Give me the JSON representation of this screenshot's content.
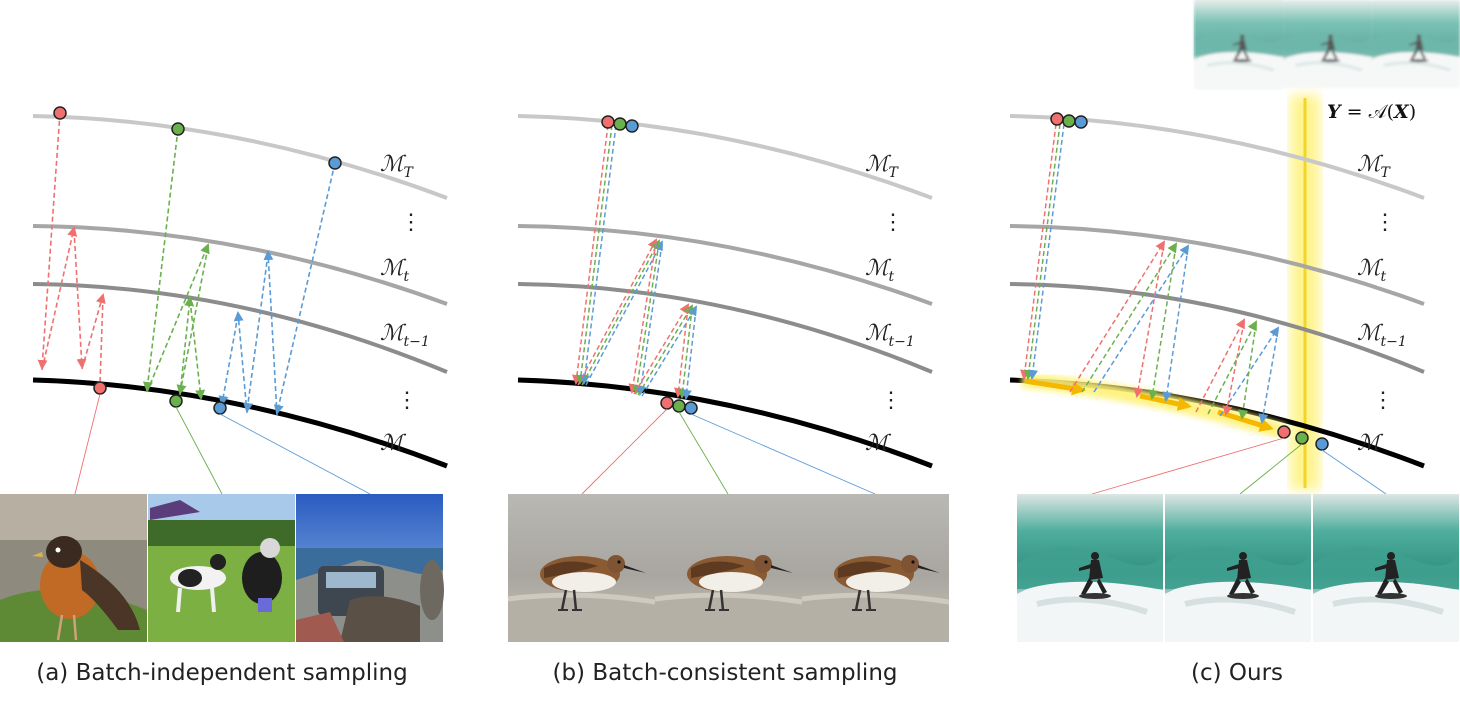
{
  "panels": [
    {
      "id": "a",
      "caption": "(a) Batch-independent sampling",
      "manifold_labels": [
        {
          "base": "ℳ",
          "sub": "T"
        },
        {
          "base": "⋮",
          "sub": ""
        },
        {
          "base": "ℳ",
          "sub": "t"
        },
        {
          "base": "ℳ",
          "sub": "t−1"
        },
        {
          "base": "⋮",
          "sub": ""
        },
        {
          "base": "ℳ",
          "sub": ""
        }
      ],
      "images": [
        "bird-on-ground",
        "dogs-on-grass",
        "car-by-sea"
      ]
    },
    {
      "id": "b",
      "caption": "(b) Batch-consistent sampling",
      "manifold_labels": [
        {
          "base": "ℳ",
          "sub": "T"
        },
        {
          "base": "⋮",
          "sub": ""
        },
        {
          "base": "ℳ",
          "sub": "t"
        },
        {
          "base": "ℳ",
          "sub": "t−1"
        },
        {
          "base": "⋮",
          "sub": ""
        },
        {
          "base": "ℳ",
          "sub": ""
        }
      ],
      "images": [
        "sandpiper",
        "sandpiper",
        "sandpiper"
      ]
    },
    {
      "id": "c",
      "caption": "(c) Ours",
      "manifold_labels": [
        {
          "base": "ℳ",
          "sub": "T"
        },
        {
          "base": "⋮",
          "sub": ""
        },
        {
          "base": "ℳ",
          "sub": "t"
        },
        {
          "base": "ℳ",
          "sub": "t−1"
        },
        {
          "base": "⋮",
          "sub": ""
        },
        {
          "base": "ℳ",
          "sub": ""
        }
      ],
      "images": [
        "surfer-frame",
        "surfer-frame",
        "surfer-frame"
      ],
      "measurement_images": [
        "blurred-surfer-frame",
        "blurred-surfer-frame",
        "blurred-surfer-frame"
      ],
      "formula": {
        "lhs": "Y",
        "eq": " = ",
        "op": "𝒜",
        "arg": "X"
      }
    }
  ],
  "colors": {
    "red": "#f07070",
    "green": "#6ab04c",
    "blue": "#5b9bd5",
    "highlight": "#f5c518",
    "glow": "#fff27a"
  }
}
